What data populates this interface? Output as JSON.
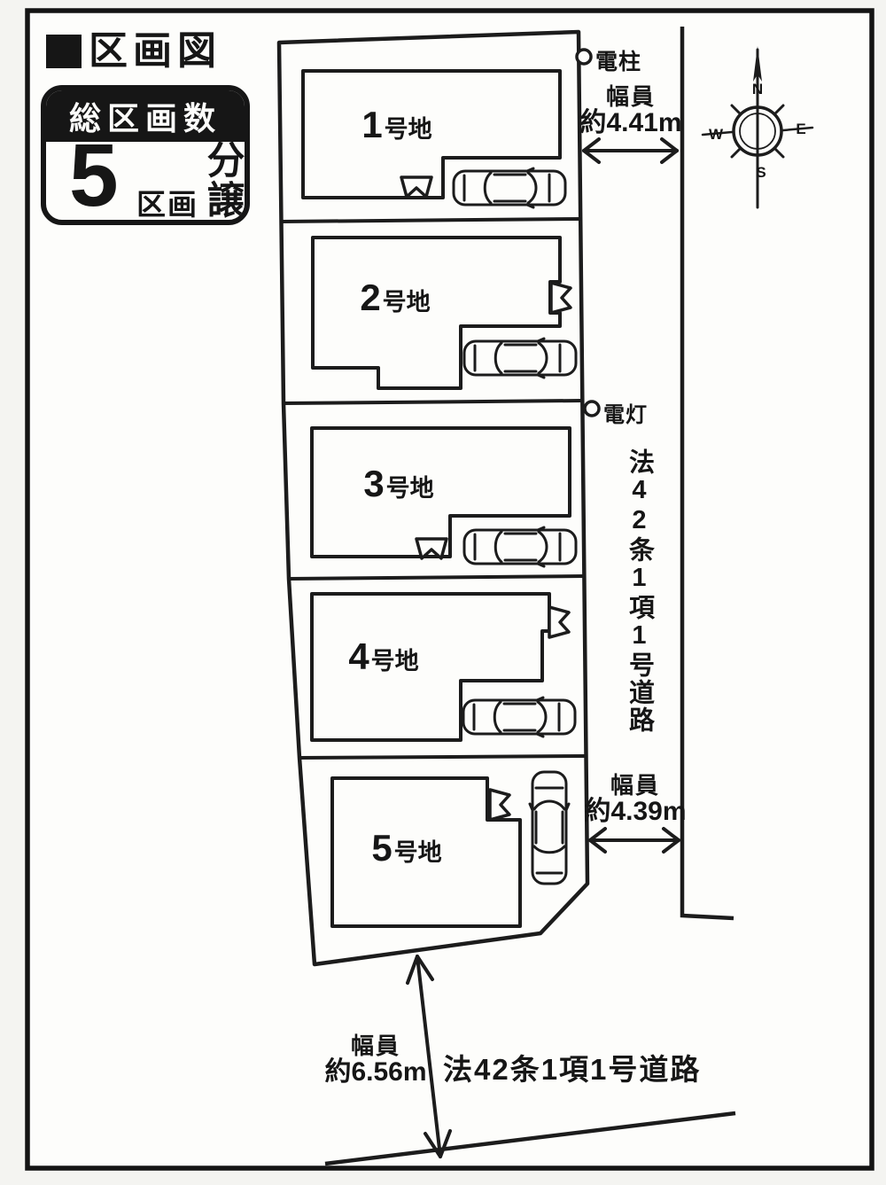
{
  "page": {
    "paper_color": "#fdfdfb",
    "ink_color": "#161616",
    "margin_color": "#f4f4f1"
  },
  "header": {
    "title": "区画図"
  },
  "summary_badge": {
    "heading": "総区画数",
    "count": "5",
    "count_unit": "区画",
    "sale_label": "分譲"
  },
  "lots": [
    {
      "num": "1",
      "suffix": "号地"
    },
    {
      "num": "2",
      "suffix": "号地"
    },
    {
      "num": "3",
      "suffix": "号地"
    },
    {
      "num": "4",
      "suffix": "号地"
    },
    {
      "num": "5",
      "suffix": "号地"
    }
  ],
  "annotations": {
    "utility_pole": {
      "label": "電柱"
    },
    "street_lamp": {
      "label": "電灯"
    },
    "road_width_top": {
      "line1": "幅員",
      "line2": "約4.41m"
    },
    "road_width_mid": {
      "line1": "幅員",
      "line2": "約4.39m"
    },
    "road_width_bottom": {
      "line1": "幅員",
      "line2": "約6.56m"
    },
    "road_name_right": "法42条1項1号道路",
    "road_name_bottom": "法42条1項1号道路"
  },
  "compass": {
    "n": "N",
    "e": "E",
    "s": "S",
    "w": "W"
  }
}
